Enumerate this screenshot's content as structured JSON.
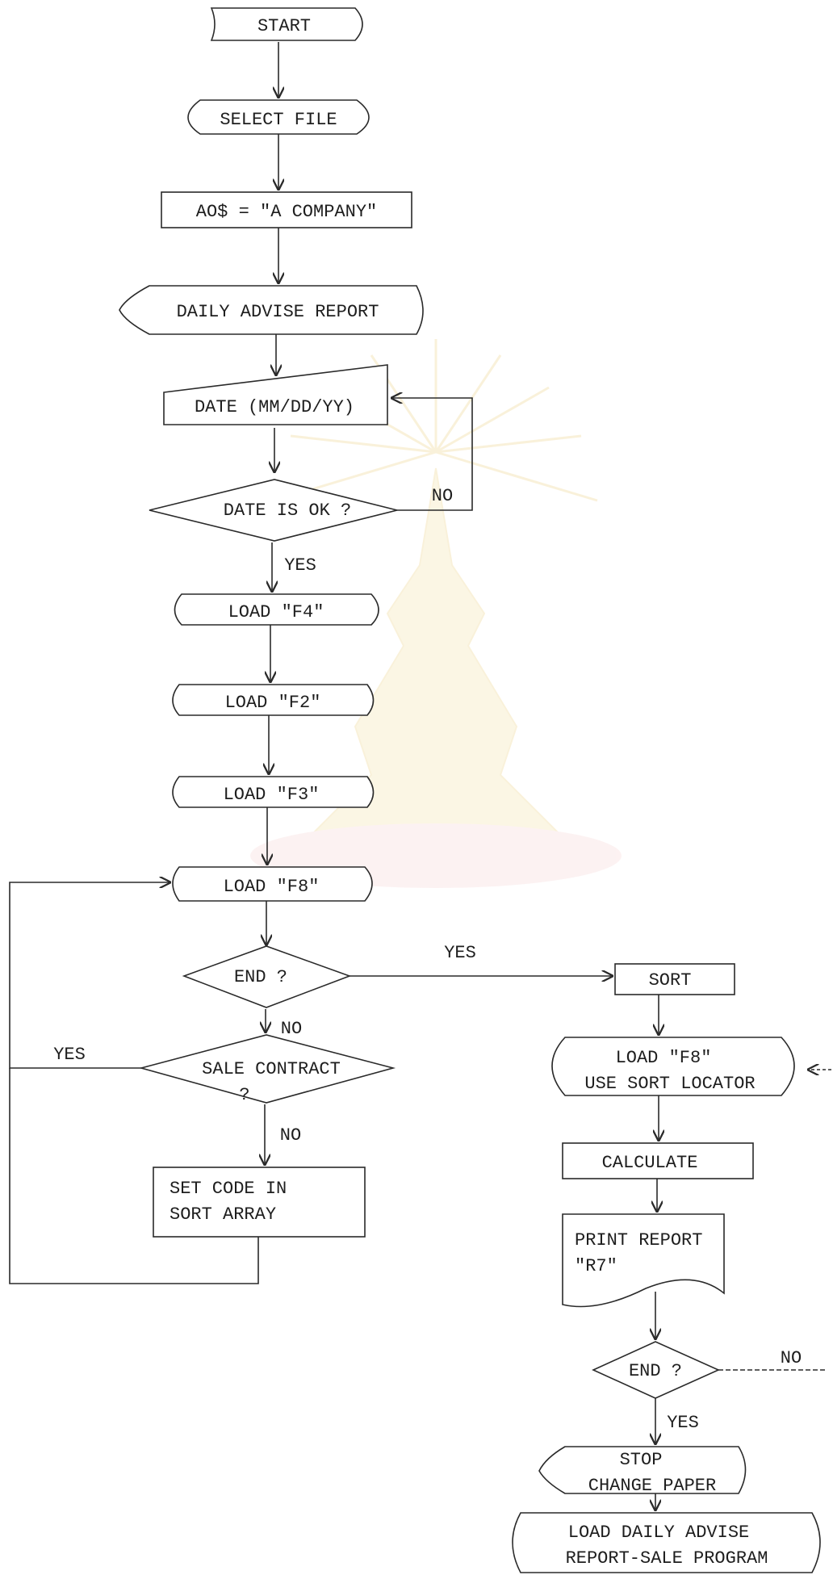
{
  "nodes": {
    "start": "START",
    "select_file": "SELECT FILE",
    "assign": "AO$ = \"A COMPANY\"",
    "daily_report": "DAILY ADVISE REPORT",
    "date_input": "DATE (MM/DD/YY)",
    "date_ok": "DATE IS OK ?",
    "load_f4": "LOAD \"F4\"",
    "load_f2": "LOAD \"F2\"",
    "load_f3": "LOAD \"F3\"",
    "load_f8": "LOAD \"F8\"",
    "end_check_1": "END ?",
    "sale_contract_1": "SALE CONTRACT",
    "sale_contract_2": "?",
    "set_code_1": "SET CODE IN",
    "set_code_2": "SORT ARRAY",
    "sort": "SORT",
    "load_f8_sort_1": "LOAD \"F8\"",
    "load_f8_sort_2": "USE SORT LOCATOR",
    "calculate": "CALCULATE",
    "print_report_1": "PRINT REPORT",
    "print_report_2": "\"R7\"",
    "end_check_2": "END ?",
    "stop_1": "STOP",
    "stop_2": "CHANGE PAPER",
    "load_program_1": "LOAD DAILY ADVISE",
    "load_program_2": "REPORT-SALE PROGRAM"
  },
  "edge_labels": {
    "date_no": "NO",
    "date_yes": "YES",
    "end1_yes": "YES",
    "end1_no": "NO",
    "sale_yes": "YES",
    "sale_no": "NO",
    "end2_no": "NO",
    "end2_yes": "YES"
  },
  "colors": {
    "ink": "#2a2a2a",
    "watermark": "#e8c25a"
  }
}
